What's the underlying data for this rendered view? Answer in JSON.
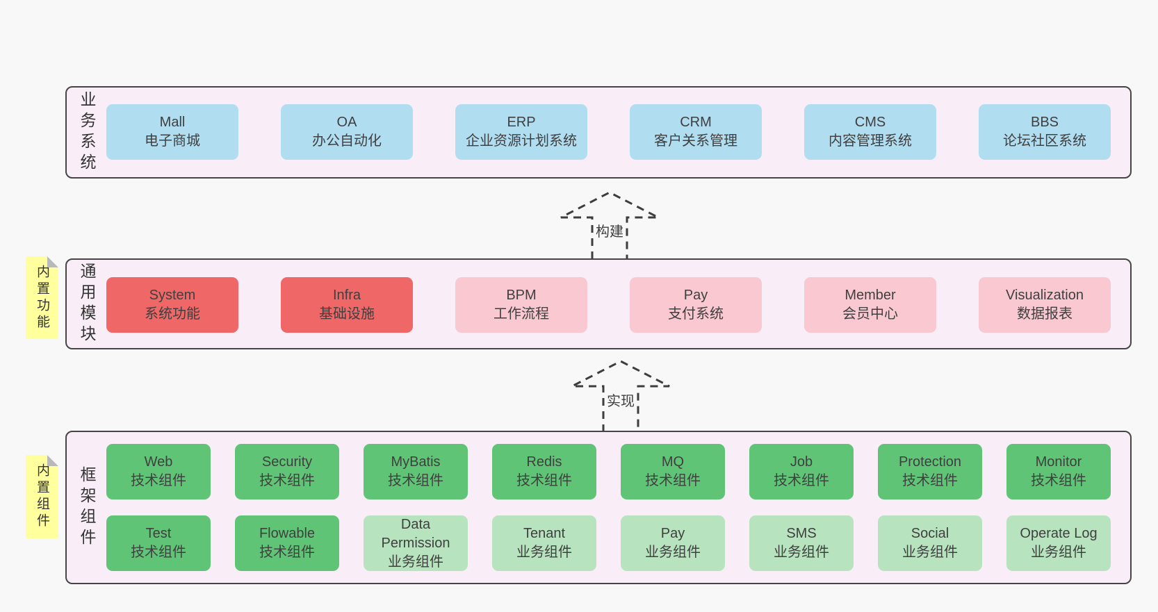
{
  "page": {
    "bg": "#f8f8f8"
  },
  "palette": {
    "container_fill": "#f9edf7",
    "container_border": "#454545",
    "blue": "#b1ddf0",
    "red": "#ef6767",
    "pink": "#f9c8d1",
    "green": "#60c476",
    "light_green": "#b7e4bf",
    "note_yellow": "#ffff9e",
    "note_fold_gray": "#b9b9b9",
    "text": "#3f3f3f",
    "arrow_stroke": "#3d3d3d"
  },
  "arrows": [
    {
      "label": "构建"
    },
    {
      "label": "实现"
    }
  ],
  "sections": [
    {
      "label": "业务系统",
      "rows": [
        [
          {
            "name": "Mall",
            "sub": "电子商城",
            "color": "blue"
          },
          {
            "name": "OA",
            "sub": "办公自动化",
            "color": "blue"
          },
          {
            "name": "ERP",
            "sub": "企业资源计划系统",
            "color": "blue"
          },
          {
            "name": "CRM",
            "sub": "客户关系管理",
            "color": "blue"
          },
          {
            "name": "CMS",
            "sub": "内容管理系统",
            "color": "blue"
          },
          {
            "name": "BBS",
            "sub": "论坛社区系统",
            "color": "blue"
          }
        ]
      ]
    },
    {
      "label": "通用模块",
      "note": "内置功能",
      "rows": [
        [
          {
            "name": "System",
            "sub": "系统功能",
            "color": "red"
          },
          {
            "name": "Infra",
            "sub": "基础设施",
            "color": "red"
          },
          {
            "name": "BPM",
            "sub": "工作流程",
            "color": "pink"
          },
          {
            "name": "Pay",
            "sub": "支付系统",
            "color": "pink"
          },
          {
            "name": "Member",
            "sub": "会员中心",
            "color": "pink"
          },
          {
            "name": "Visualization",
            "sub": "数据报表",
            "color": "pink"
          }
        ]
      ]
    },
    {
      "label": "框架组件",
      "note": "内置组件",
      "rows": [
        [
          {
            "name": "Web",
            "sub": "技术组件",
            "color": "green"
          },
          {
            "name": "Security",
            "sub": "技术组件",
            "color": "green"
          },
          {
            "name": "MyBatis",
            "sub": "技术组件",
            "color": "green"
          },
          {
            "name": "Redis",
            "sub": "技术组件",
            "color": "green"
          },
          {
            "name": "MQ",
            "sub": "技术组件",
            "color": "green"
          },
          {
            "name": "Job",
            "sub": "技术组件",
            "color": "green"
          },
          {
            "name": "Protection",
            "sub": "技术组件",
            "color": "green"
          },
          {
            "name": "Monitor",
            "sub": "技术组件",
            "color": "green"
          }
        ],
        [
          {
            "name": "Test",
            "sub": "技术组件",
            "color": "green"
          },
          {
            "name": "Flowable",
            "sub": "技术组件",
            "color": "green"
          },
          {
            "name": "Data Permission",
            "sub": "业务组件",
            "color": "light_green"
          },
          {
            "name": "Tenant",
            "sub": "业务组件",
            "color": "light_green"
          },
          {
            "name": "Pay",
            "sub": "业务组件",
            "color": "light_green"
          },
          {
            "name": "SMS",
            "sub": "业务组件",
            "color": "light_green"
          },
          {
            "name": "Social",
            "sub": "业务组件",
            "color": "light_green"
          },
          {
            "name": "Operate Log",
            "sub": "业务组件",
            "color": "light_green"
          }
        ]
      ]
    }
  ]
}
